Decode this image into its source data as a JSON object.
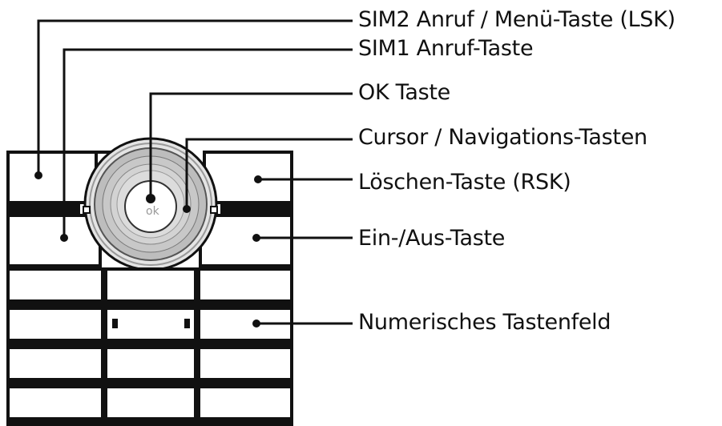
{
  "labels": {
    "sim2_menu_key": "SIM2 Anruf / Menü-Taste (LSK)",
    "sim1_call_key": "SIM1 Anruf-Taste",
    "ok_key": "OK Taste",
    "cursor_nav_keys": "Cursor / Navigations-Tasten",
    "delete_key": "Löschen-Taste (RSK)",
    "power_key": "Ein-/Aus-Taste",
    "numeric_keypad": "Numerisches Tastenfeld"
  },
  "colors": {
    "line": "#111111",
    "background": "#ffffff",
    "navring": "#cfcfcf"
  }
}
